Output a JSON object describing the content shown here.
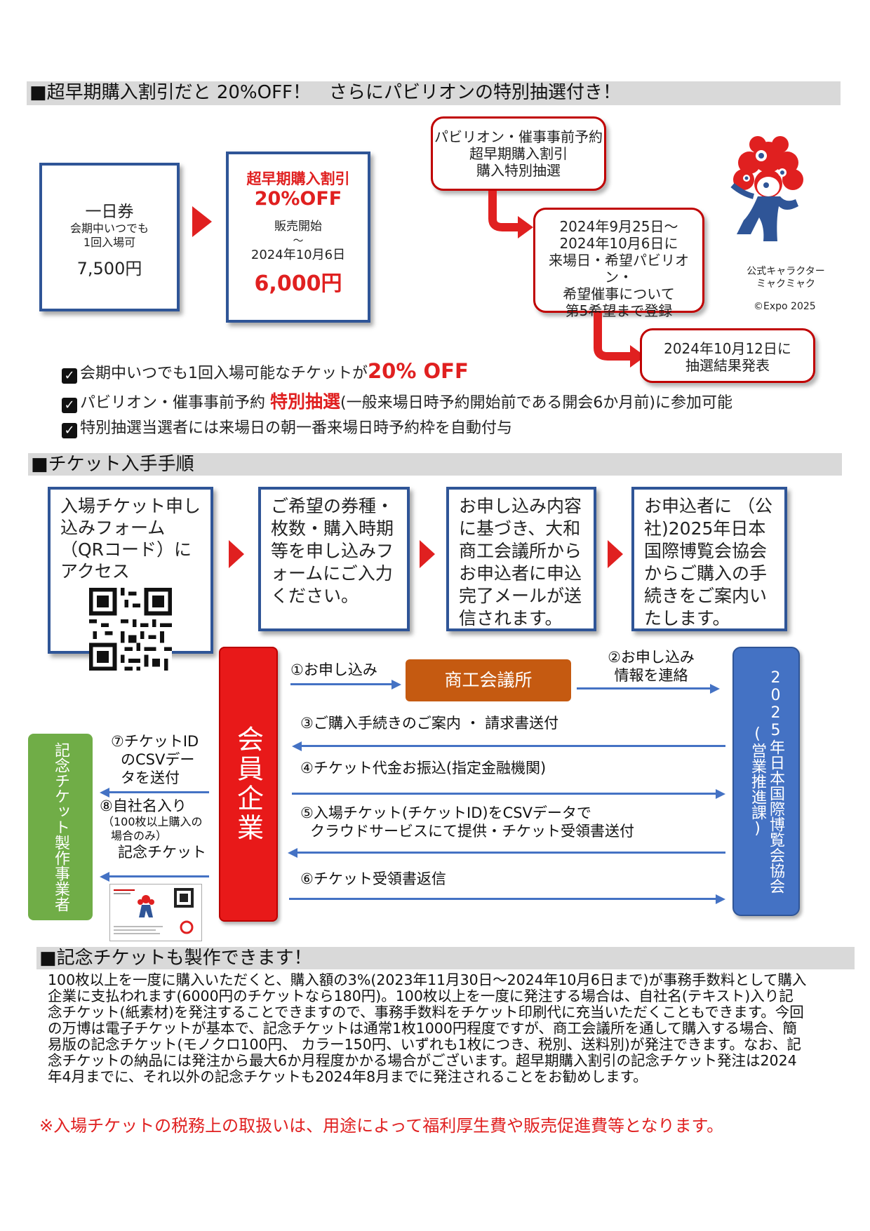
{
  "section1": {
    "header": "■超早期購入割引だと 20%OFF！　さらにパビリオンの特別抽選付き！",
    "day_ticket": {
      "title": "一日券",
      "line1": "会期中いつでも",
      "line2": "1回入場可",
      "price": "7,500円"
    },
    "discount": {
      "title": "超早期購入割引",
      "percent": "20%OFF",
      "sale_start": "販売開始",
      "tilde": "～",
      "date": "2024年10月6日",
      "price": "6,000円"
    },
    "lottery_box": {
      "line1": "パビリオン・催事事前予約",
      "line2": "超早期購入割引",
      "line3": "購入特別抽選"
    },
    "register_box": {
      "line1": "2024年9月25日～",
      "line2": "2024年10月6日に",
      "line3": "来場日・希望パビリオン・",
      "line4": "希望催事について",
      "line5": "第5希望まで登録"
    },
    "result_box": {
      "line1": "2024年10月12日に",
      "line2": "抽選結果発表"
    },
    "mascot": {
      "caption1": "公式キャラクター",
      "caption2": "ミャクミャク",
      "copyright": "©Expo 2025"
    },
    "checks": {
      "c1_pre": "会期中いつでも1回入場可能なチケットが",
      "c1_em": "20% OFF",
      "c2_pre": "パビリオン・催事事前予約 ",
      "c2_em": "特別抽選",
      "c2_post": "(一般来場日時予約開始前である開会6か月前)に参加可能",
      "c3": "特別抽選当選者には来場日の朝一番来場日時予約枠を自動付与"
    }
  },
  "section2": {
    "header": "■チケット入手手順",
    "steps": [
      "入場チケット申し込みフォーム（QRコード）にアクセス",
      "ご希望の券種・枚数・購入時期等を申し込みフォームにご入力ください。",
      "お申し込み内容に基づき、大和商工会議所からお申込者に申込完了メールが送信されます。",
      "お申込者に （公社)2025年日本国際博覧会協会からご購入の手続きをご案内いたします。"
    ],
    "flow": {
      "company": "会員企業",
      "chamber": "商工会議所",
      "expo": "2025年日本国際博覧会協会",
      "expo_sub": "(営業推進課)",
      "maker": "記念チケット製作事業者",
      "f1": "①お申し込み",
      "f2a": "②お申し込み",
      "f2b": "情報を連絡",
      "f3": "③ご購入手続きのご案内 ・ 請求書送付",
      "f4": "④チケット代金お振込(指定金融機関)",
      "f5a": "⑤入場チケット(チケットID)をCSVデータで",
      "f5b": "クラウドサービスにて提供・チケット受領書送付",
      "f6": "⑥チケット受領書返信",
      "f7a": "⑦チケットID",
      "f7b": "のCSVデー",
      "f7c": "タを送付",
      "f8a": "⑧自社名入り",
      "f8b": "（100枚以上購入の",
      "f8c": "場合のみ）",
      "f8d": "記念チケット"
    }
  },
  "section3": {
    "header": "■記念チケットも製作できます！",
    "body": "100枚以上を一度に購入いただくと、購入額の3%(2023年11月30日～2024年10月6日まで)が事務手数料として購入企業に支払われます(6000円のチケットなら180円)。100枚以上を一度に発注する場合は、自社名(テキスト)入り記念チケット(紙素材)を発注することできますので、事務手数料をチケット印刷代に充当いただくこともできます。今回の万博は電子チケットが基本で、記念チケットは通常1枚1000円程度ですが、商工会議所を通して購入する場合、簡易版の記念チケット(モノクロ100円、 カラー150円、いずれも1枚につき、税別、送料別)が発注できます。なお、記念チケットの納品には発注から最大6か月程度かかる場合がございます。超早期購入割引の記念チケット発注は2024年4月までに、それ以外の記念チケットも2024年8月までに発注されることをお勧めします。",
    "note": "※入場チケットの税務上の取扱いは、用途によって福利厚生費や販売促進費等となります。"
  },
  "colors": {
    "red": "#e02020",
    "blue": "#2f5597",
    "chamber": "#c55a11",
    "expo": "#4472c4",
    "maker": "#70ad47"
  }
}
